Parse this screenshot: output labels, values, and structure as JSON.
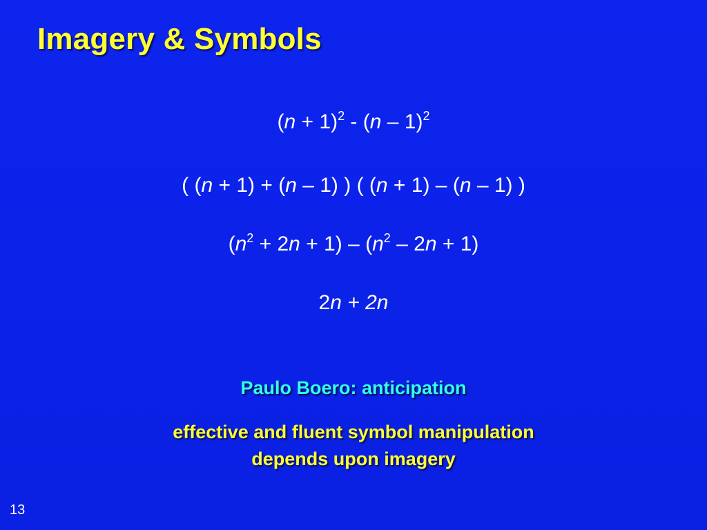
{
  "slide": {
    "title": "Imagery & Symbols",
    "equations": {
      "eq1": {
        "p1": "(",
        "n1": "n",
        "p2": " + 1)",
        "s1": "2",
        "p3": " - (",
        "n2": "n",
        "p4": " – 1)",
        "s2": "2"
      },
      "eq2": {
        "p1": "( (",
        "n1": "n",
        "p2": " + 1) + (",
        "n2": "n",
        "p3": " – 1) ) ( (",
        "n3": "n",
        "p4": " + 1) – (",
        "n4": "n",
        "p5": " – 1) )"
      },
      "eq3": {
        "p1": "(",
        "n1": "n",
        "s1": "2",
        "p2": " + 2",
        "n2": "n",
        "p3": " + 1) – (",
        "n3": "n",
        "s2": "2",
        "p4": " – 2",
        "n4": "n",
        "p5": " + 1)"
      },
      "eq4": {
        "p1": "2",
        "n1": "n",
        "p2": " + 2n"
      }
    },
    "citation": "Paulo Boero: anticipation",
    "claim_line1": "effective and fluent symbol manipulation",
    "claim_line2": "depends upon imagery",
    "page_number": "13"
  },
  "colors": {
    "background": "#0c23ec",
    "title": "#ffff33",
    "citation": "#33ffee",
    "body_text": "#ffffff"
  }
}
